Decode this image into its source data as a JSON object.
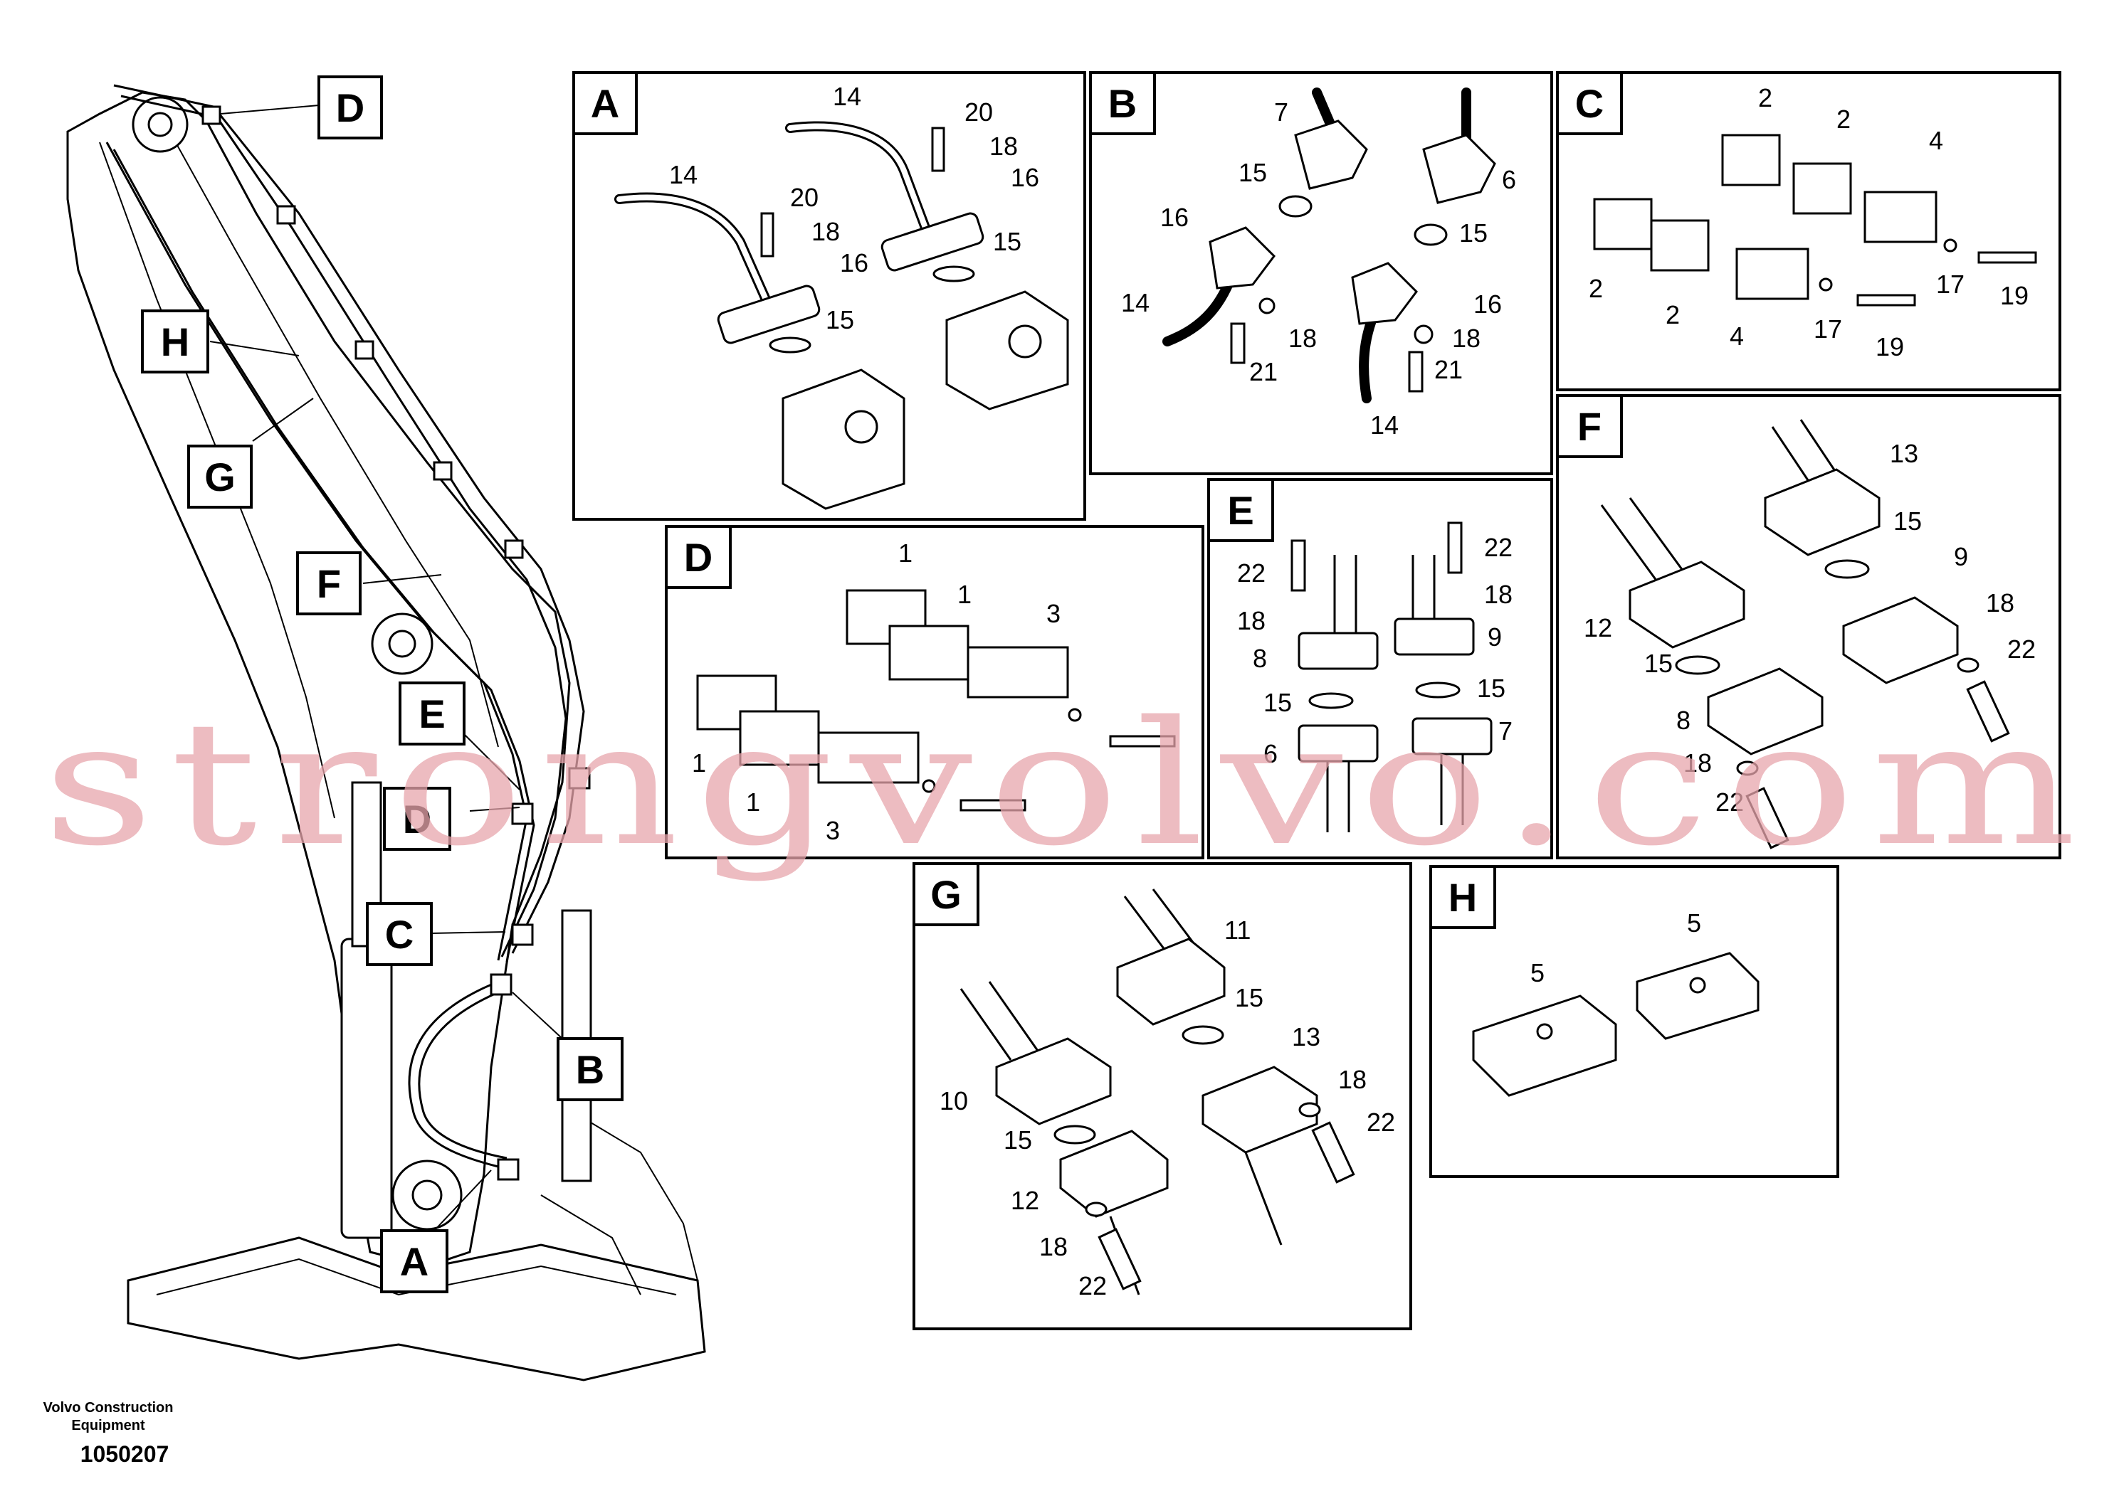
{
  "callouts": {
    "D_top": "D",
    "H": "H",
    "G": "G",
    "F": "F",
    "E": "E",
    "D_mid": "D",
    "C": "C",
    "B": "B",
    "A": "A"
  },
  "panels": {
    "A": {
      "title": "A",
      "labels": [
        "14",
        "20",
        "18",
        "16",
        "15",
        "14",
        "20",
        "18",
        "16",
        "15"
      ]
    },
    "B": {
      "title": "B",
      "labels": [
        "7",
        "15",
        "6",
        "16",
        "15",
        "14",
        "18",
        "16",
        "18",
        "21",
        "21",
        "14"
      ]
    },
    "C": {
      "title": "C",
      "labels": [
        "2",
        "2",
        "4",
        "2",
        "2",
        "4",
        "17",
        "19",
        "17",
        "19"
      ]
    },
    "D": {
      "title": "D",
      "labels": [
        "1",
        "1",
        "3",
        "1",
        "1",
        "3"
      ]
    },
    "E": {
      "title": "E",
      "labels": [
        "22",
        "22",
        "18",
        "18",
        "8",
        "9",
        "15",
        "15",
        "6",
        "7"
      ]
    },
    "F": {
      "title": "F",
      "labels": [
        "13",
        "15",
        "9",
        "12",
        "18",
        "15",
        "22",
        "8",
        "18",
        "22"
      ]
    },
    "G": {
      "title": "G",
      "labels": [
        "11",
        "15",
        "10",
        "13",
        "18",
        "15",
        "22",
        "12",
        "18",
        "22"
      ]
    },
    "H": {
      "title": "H",
      "labels": [
        "5",
        "5"
      ]
    }
  },
  "watermark": "strongvolvo.com",
  "footer": {
    "company_line1": "Volvo Construction",
    "company_line2": "Equipment",
    "number": "1050207"
  },
  "colors": {
    "watermark": "#e8a6ad",
    "ink": "#000000"
  }
}
